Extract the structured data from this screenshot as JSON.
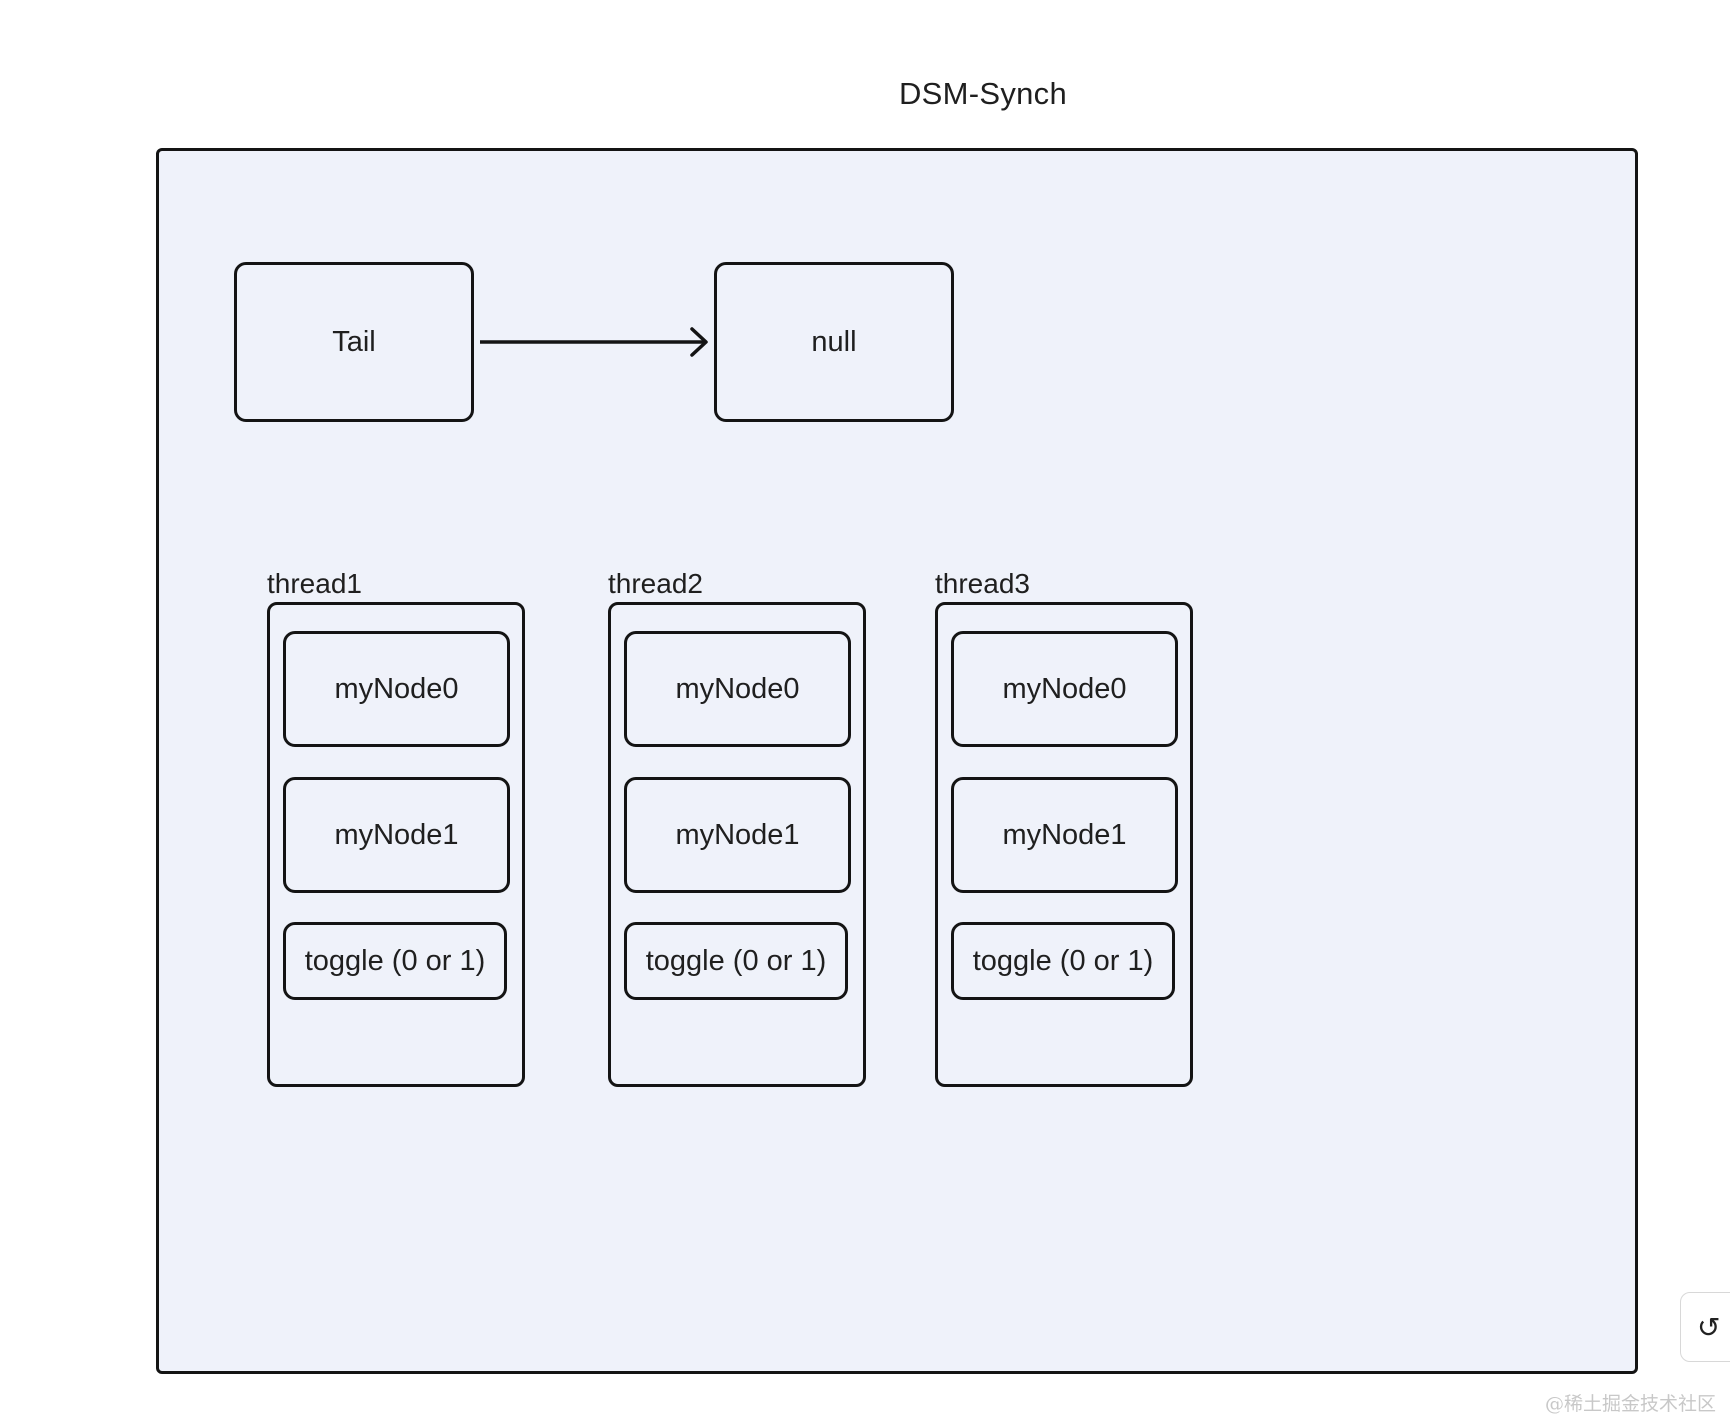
{
  "title": "DSM-Synch",
  "tail_box": "Tail",
  "null_box": "null",
  "threads": [
    {
      "label": "thread1",
      "node0": "myNode0",
      "node1": "myNode1",
      "toggle": "toggle (0 or 1)"
    },
    {
      "label": "thread2",
      "node0": "myNode0",
      "node1": "myNode1",
      "toggle": "toggle (0 or 1)"
    },
    {
      "label": "thread3",
      "node0": "myNode0",
      "node1": "myNode1",
      "toggle": "toggle (0 or 1)"
    }
  ],
  "watermark": "@稀土掘金技术社区",
  "corner_button_icon": "back-arrow-icon"
}
